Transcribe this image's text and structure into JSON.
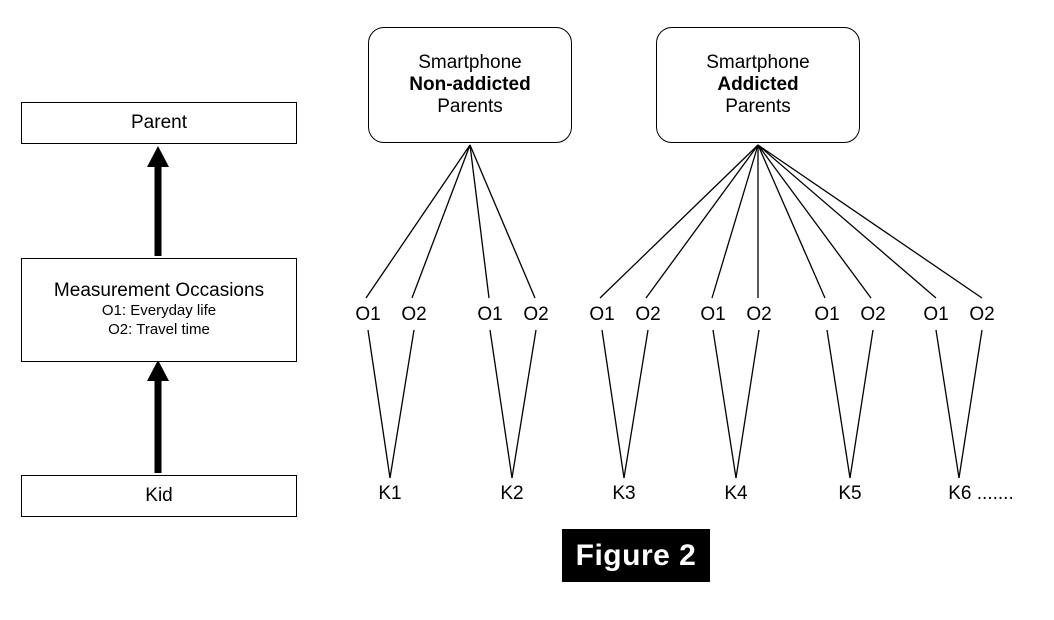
{
  "figure": {
    "caption": "Figure 2",
    "banner_bg": "#000000",
    "banner_fg": "#ffffff"
  },
  "left_panel": {
    "levels": [
      {
        "name": "parent-level",
        "title": "Parent",
        "sublines": []
      },
      {
        "name": "measurement-occasions-level",
        "title": "Measurement Occasions",
        "sublines": [
          "O1: Everyday life",
          "O2: Travel time"
        ]
      },
      {
        "name": "kid-level",
        "title": "Kid",
        "sublines": []
      }
    ],
    "arrow_direction": "upward"
  },
  "right_panel": {
    "groups": [
      {
        "id": "non-addicted",
        "line1": "Smartphone",
        "line2": "Non-addicted",
        "line3": "Parents",
        "emphasis_line": 2,
        "kids": [
          {
            "label": "K1",
            "occasions": [
              "O1",
              "O2"
            ]
          },
          {
            "label": "K2",
            "occasions": [
              "O1",
              "O2"
            ]
          }
        ]
      },
      {
        "id": "addicted",
        "line1": "Smartphone",
        "line2": "Addicted",
        "line3": "Parents",
        "emphasis_line": 2,
        "kids": [
          {
            "label": "K3",
            "occasions": [
              "O1",
              "O2"
            ]
          },
          {
            "label": "K4",
            "occasions": [
              "O1",
              "O2"
            ]
          },
          {
            "label": "K5",
            "occasions": [
              "O1",
              "O2"
            ]
          },
          {
            "label": "K6 .......",
            "occasions": [
              "O1",
              "O2"
            ]
          }
        ]
      }
    ]
  },
  "occasion_labels_flat": [
    "O1",
    "O2",
    "O1",
    "O2",
    "O1",
    "O2",
    "O1",
    "O2",
    "O1",
    "O2",
    "O1",
    "O2"
  ],
  "kid_labels_flat": [
    "K1",
    "K2",
    "K3",
    "K4",
    "K5",
    "K6 ......."
  ],
  "colors": {
    "stroke": "#000000",
    "background": "#ffffff",
    "banner": "#000000"
  }
}
